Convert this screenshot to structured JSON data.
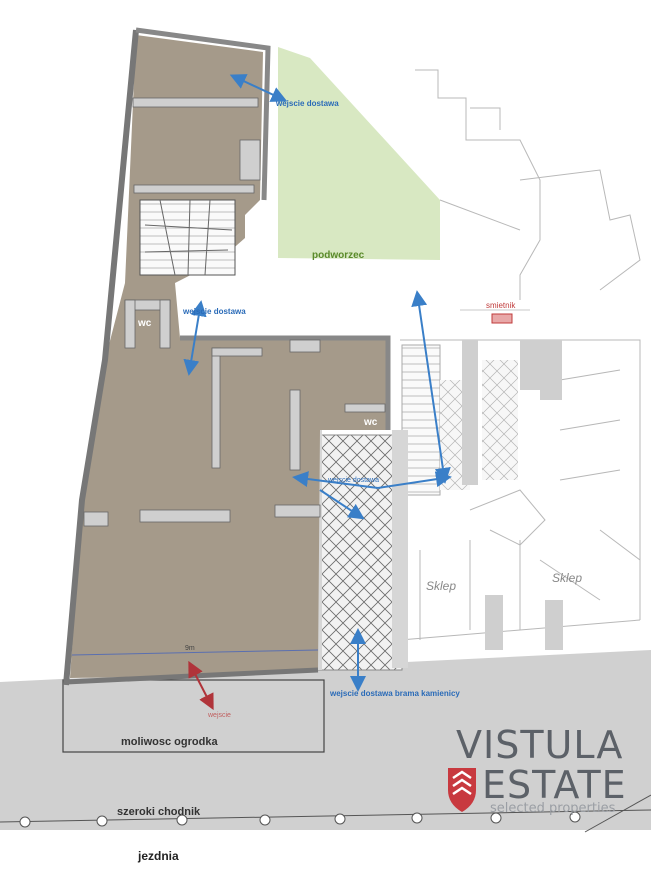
{
  "labels": {
    "entrance_delivery_top": "wejscie dostawa",
    "courtyard": "podworzec",
    "entrance_delivery_mid": "wejscie dostawa",
    "trash": "smietnik",
    "wc_1": "wc",
    "wc_2": "wc",
    "shop_1": "Sklep",
    "shop_2": "Sklep",
    "width_9m": "9m",
    "gate_entrance": "wejscie dostawa brama kamienicy",
    "main_entrance": "wejscie",
    "garden_option": "moliwosc ogrodka",
    "sidewalk": "szeroki chodnik",
    "road": "jezdnia",
    "gate_small": "wejscie dostawa"
  },
  "logo": {
    "line1": "VISTULA",
    "line2": "ESTATE",
    "tagline": "selected properties"
  },
  "colors": {
    "unit_fill": "#a59a8a",
    "courtyard_fill": "#d8e8c2",
    "street_fill": "#d0d0d0",
    "arrow_blue": "#3a7fc8",
    "arrow_red": "#b0343a",
    "label_green": "#5a8a2a",
    "label_blue": "#2a6bb8",
    "logo_gray": "#5c6168",
    "logo_red": "#c8393f"
  }
}
